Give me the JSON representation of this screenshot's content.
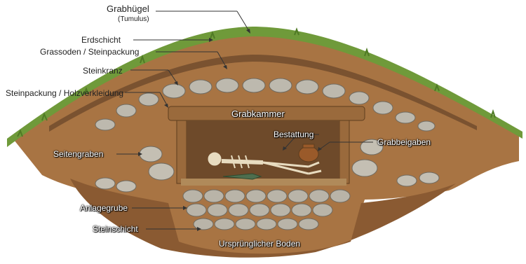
{
  "labels": {
    "mound": "Grabhügel",
    "mound_sub": "(Tumulus)",
    "earth": "Erdschicht",
    "sod": "Grassoden / Steinpackung",
    "ring": "Steinkranz",
    "packing": "Steinpackung / Holzverkleidung",
    "chamber": "Grabkammer",
    "burial": "Bestattung",
    "goods": "Grabbeigaben",
    "ditch": "Seitengraben",
    "pit": "Anlagegrube",
    "stone_layer": "Steinschicht",
    "soil": "Ursprünglicher Boden"
  },
  "colors": {
    "grass": "#6f9a3a",
    "soil": "#a87443",
    "soil_dark": "#7a5230",
    "stone": "#bdb9ae",
    "wood": "#9a6a3c",
    "bone": "#e8dcc0"
  }
}
